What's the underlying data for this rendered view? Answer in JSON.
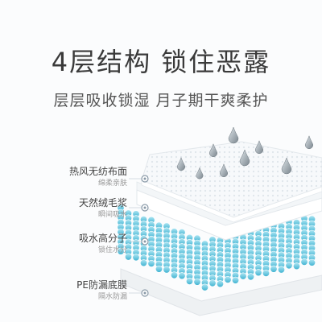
{
  "headline": "4层结构 锁住恶露",
  "subheadline": "层层吸收锁湿 月子期干爽柔护",
  "layers": [
    {
      "title": "热风无纺布面",
      "desc": "绵柔亲肤"
    },
    {
      "title": "天然绒毛浆",
      "desc": "瞬间吸水"
    },
    {
      "title": "吸水高分子",
      "desc": "锁住水分"
    },
    {
      "title": "PE防漏底膜",
      "desc": "隔水防漏"
    }
  ],
  "colors": {
    "headline": "#3a3a3a",
    "beads": "#5fc3dc",
    "droplets": "#9aa3ab",
    "dots": "#8a9aa8"
  }
}
